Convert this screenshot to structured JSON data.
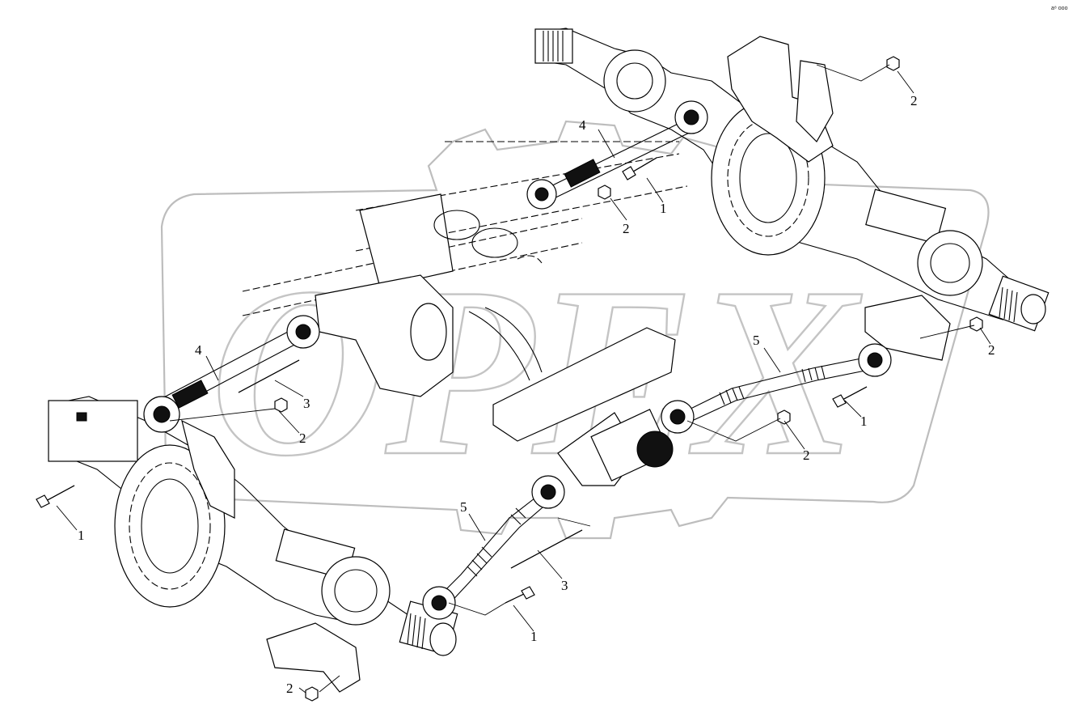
{
  "corner_mark": "a⁸ ooo",
  "watermark_text": "OPEX",
  "callouts": [
    {
      "id": "c1",
      "text": "2"
    },
    {
      "id": "c2",
      "text": "4"
    },
    {
      "id": "c3",
      "text": "1"
    },
    {
      "id": "c4",
      "text": "2"
    },
    {
      "id": "c5",
      "text": "4"
    },
    {
      "id": "c6",
      "text": "3"
    },
    {
      "id": "c7",
      "text": "2"
    },
    {
      "id": "c8",
      "text": "5"
    },
    {
      "id": "c9",
      "text": "2"
    },
    {
      "id": "c10",
      "text": "1"
    },
    {
      "id": "c11",
      "text": "2"
    },
    {
      "id": "c12",
      "text": "1"
    },
    {
      "id": "c13",
      "text": "5"
    },
    {
      "id": "c14",
      "text": "3"
    },
    {
      "id": "c15",
      "text": "1"
    },
    {
      "id": "c16",
      "text": "2"
    }
  ]
}
